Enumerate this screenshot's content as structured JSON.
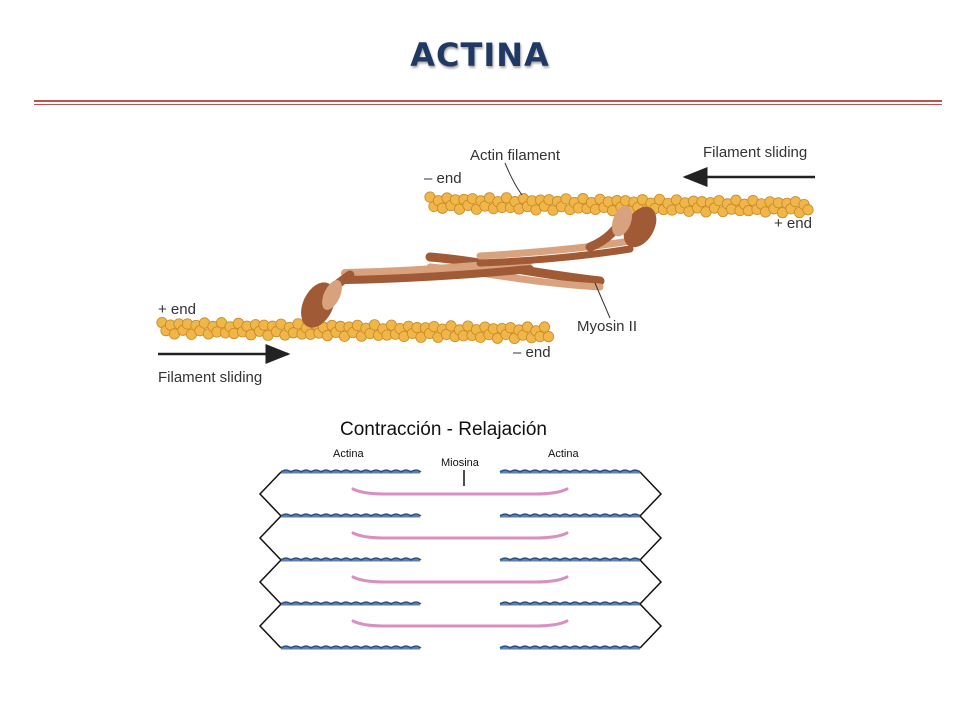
{
  "title": "ACTINA",
  "sliding": {
    "actin_filament_label": "Actin filament",
    "filament_sliding_top": "Filament sliding",
    "filament_sliding_bottom": "Filament sliding",
    "top_minus_end": "– end",
    "top_plus_end": "+ end",
    "bottom_plus_end": "+ end",
    "bottom_minus_end": "– end",
    "myosin_label": "Myosin II"
  },
  "sarcomere": {
    "title": "Contracción - Relajación",
    "actina_left": "Actina",
    "actina_right": "Actina",
    "miosina": "Miosina"
  },
  "colors": {
    "title": "#1f3864",
    "rule": "#c0504d",
    "actin_bead": "#f0b64a",
    "myosin_dark": "#a05a35",
    "myosin_light": "#d8a27e",
    "thin_filament": "#5a7fb0",
    "thick_filament": "#d98fbf"
  }
}
